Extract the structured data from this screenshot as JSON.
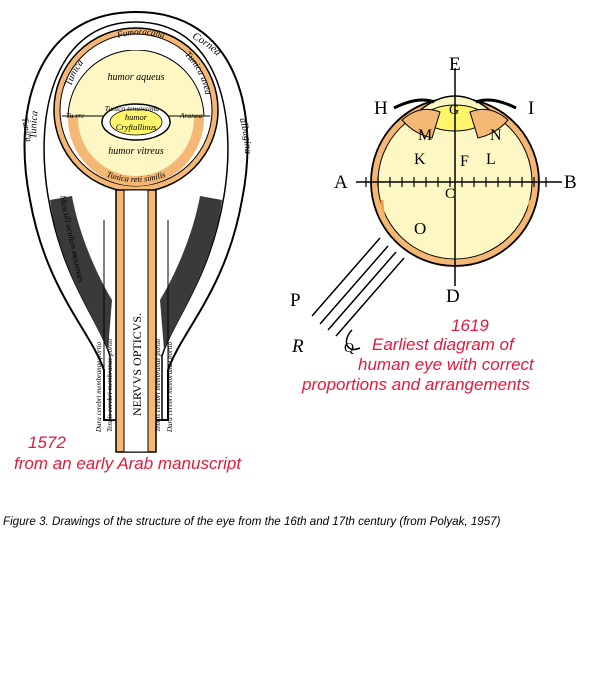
{
  "colors": {
    "background": "#ffffff",
    "pale_yellow": "#fdf7c3",
    "orange": "#f5b774",
    "annotation_red": "#e8183c",
    "ink": "#000000"
  },
  "left_drawing": {
    "labels": {
      "humor_aqueus": "humor aqueus",
      "humor_crystallinus_1": "humor",
      "humor_crystallinus_2": "Cryftallinus",
      "humor_vitreus": "humor vitreus",
      "tunica_reti_similis": "Tunica reti similis",
      "tunica_tenuissima": "Tunica tenuissima",
      "tunica_top": "Tunica",
      "tunica_left": "Tunica",
      "tunica_uvea": "Tunica uvea",
      "fumoracana": "Fumoracana",
      "cornea": "Cornea",
      "aranea_left": "Tu rre",
      "aranea_right": "Aranea",
      "alba_left": "Tunica",
      "alba_right": "albugina",
      "musculi": "Musculi oculum mouentes",
      "dura_left": "Dura cerebri membranae portio",
      "tenuis_left": "Tenuis cerebri membranae portio",
      "nervus": "NERVVS OPTICVS.",
      "tenuis_right": "Tenuis cerebri membranae portio",
      "dura_right": "Dura cerebri membranae portio"
    },
    "year": "1572",
    "description": "from an early Arab manuscript"
  },
  "right_drawing": {
    "letters": {
      "A": "A",
      "B": "B",
      "C": "C",
      "D": "D",
      "E": "E",
      "F": "F",
      "G": "G",
      "H": "H",
      "I": "I",
      "K": "K",
      "L": "L",
      "M": "M",
      "N": "N",
      "O": "O",
      "P": "P",
      "Q": "Q",
      "R": "R"
    },
    "year": "1619",
    "description_lines": [
      "Earliest diagram of",
      "human eye with correct",
      "proportions and arrangements"
    ]
  },
  "caption": "Figure 3. Drawings of the structure of the eye from the 16th and 17th century (from Polyak, 1957)"
}
